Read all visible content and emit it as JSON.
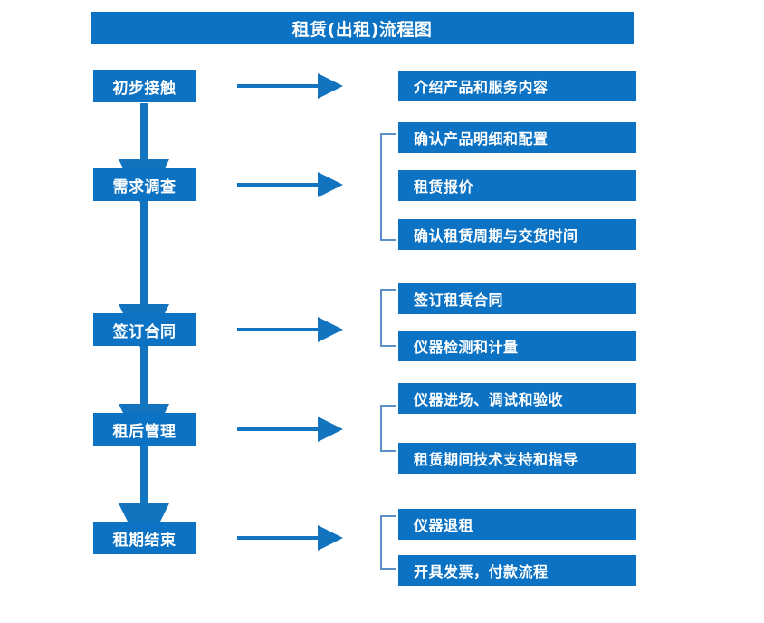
{
  "diagram": {
    "title": "租赁(出租)流程图",
    "colors": {
      "box_fill": "#0b72c4",
      "box_text": "#ffffff",
      "arrow": "#1273bf",
      "bracket": "#5b8fc9",
      "background": "#ffffff"
    },
    "stages": [
      {
        "label": "初步接触"
      },
      {
        "label": "需求调查"
      },
      {
        "label": "签订合同"
      },
      {
        "label": "租后管理"
      },
      {
        "label": "租期结束"
      }
    ],
    "details": [
      {
        "label": "介绍产品和服务内容"
      },
      {
        "label": "确认产品明细和配置"
      },
      {
        "label": "租赁报价"
      },
      {
        "label": "确认租赁周期与交货时间"
      },
      {
        "label": "签订租赁合同"
      },
      {
        "label": "仪器检测和计量"
      },
      {
        "label": "仪器进场、调试和验收"
      },
      {
        "label": "租赁期间技术支持和指导"
      },
      {
        "label": "仪器退租"
      },
      {
        "label": "开具发票，付款流程"
      }
    ],
    "groups": [
      {
        "stage": "初步接触",
        "details": [
          "介绍产品和服务内容"
        ],
        "bracket": false
      },
      {
        "stage": "需求调查",
        "details": [
          "确认产品明细和配置",
          "租赁报价",
          "确认租赁周期与交货时间"
        ],
        "bracket": true
      },
      {
        "stage": "签订合同",
        "details": [
          "签订租赁合同",
          "仪器检测和计量"
        ],
        "bracket": true
      },
      {
        "stage": "租后管理",
        "details": [
          "仪器进场、调试和验收",
          "租赁期间技术支持和指导"
        ],
        "bracket": true
      },
      {
        "stage": "租期结束",
        "details": [
          "仪器退租",
          "开具发票，付款流程"
        ],
        "bracket": true
      }
    ]
  }
}
